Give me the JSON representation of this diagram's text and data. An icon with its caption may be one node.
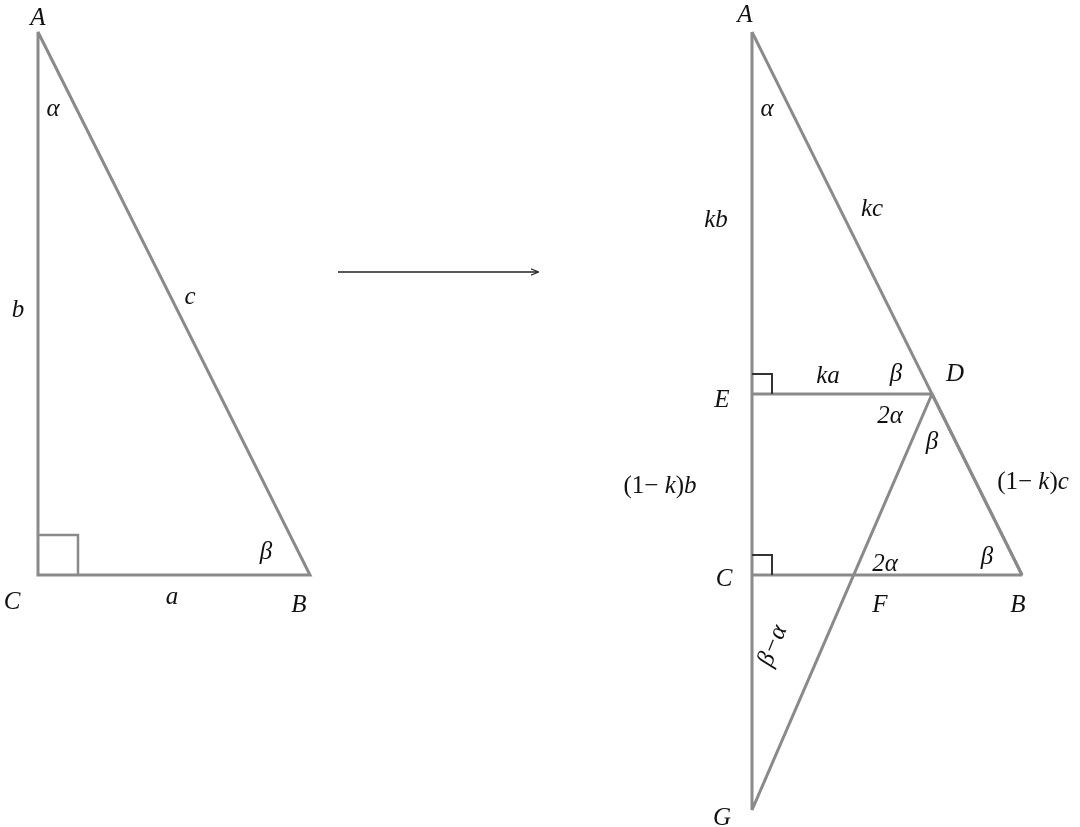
{
  "diagram": {
    "labels": [
      "A",
      "α",
      "b",
      "c",
      "β",
      "C",
      "a",
      "B",
      "A",
      "α",
      "kc",
      "kb",
      "ka",
      "β",
      "D",
      "E",
      "2α",
      "β",
      "(1− *k*)*b*",
      "(1− *k*)*c*",
      "C",
      "2α",
      "β",
      "F",
      "B",
      "β−α",
      "G"
    ]
  }
}
